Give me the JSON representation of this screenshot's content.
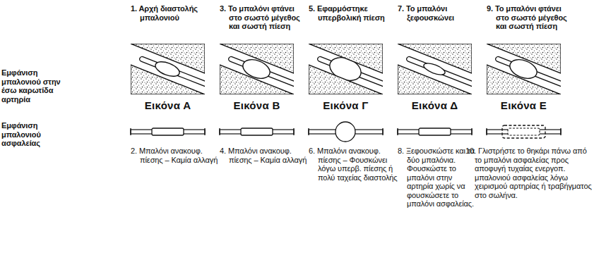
{
  "diagram": {
    "labels": [
      "Εμφάνιση μπαλονιού στην έσω καρωτίδα αρτηρία",
      "Εμφάνιση μπαλονιού ασφαλείας",
      "1. Αρχή διαστολής μπαλονιού",
      "3. Το μπαλόνι φτάνει στο σωστό μέγεθος και σωστή πίεση",
      "5. Εφαρμόστηκε υπερβολική πίεση",
      "7. Το μπαλόνι ξεφουσκώνει",
      "9. Το μπαλόνι φτάνει στο σωστό μέγεθος και σωστή πίεση",
      "Εικόνα Α",
      "Εικόνα Β",
      "Εικόνα Γ",
      "Εικόνα Δ",
      "Εικόνα Ε",
      "2. Μπαλόνι ανακουφ. πίεσης – Καμία αλλαγή",
      "4. Μπαλόνι ανακουφ. πίεσης – Καμία αλλαγή",
      "6. Μπαλόνι ανακουφ. πίεσης – Φουσκώνει λόγω υπερβ. πίεσης ή πολύ ταχείας διαστολής",
      "8. Ξεφουσκώστε και τα δύο μπαλόνια. Φουσκώστε το μπαλόνι στην αρτηρία χωρίς να φουσκώσετε το μπαλόνι ασφαλείας.",
      "10. Γλιστρήστε το θηκάρι πάνω από το μπαλόνι ασφαλείας προς αποφυγή τυχαίας ενεργοπ. μπαλονιού ασφαλείας λόγω χειρισμού αρτηρίας ή τραβήγματος στο σωλήνα."
    ]
  }
}
